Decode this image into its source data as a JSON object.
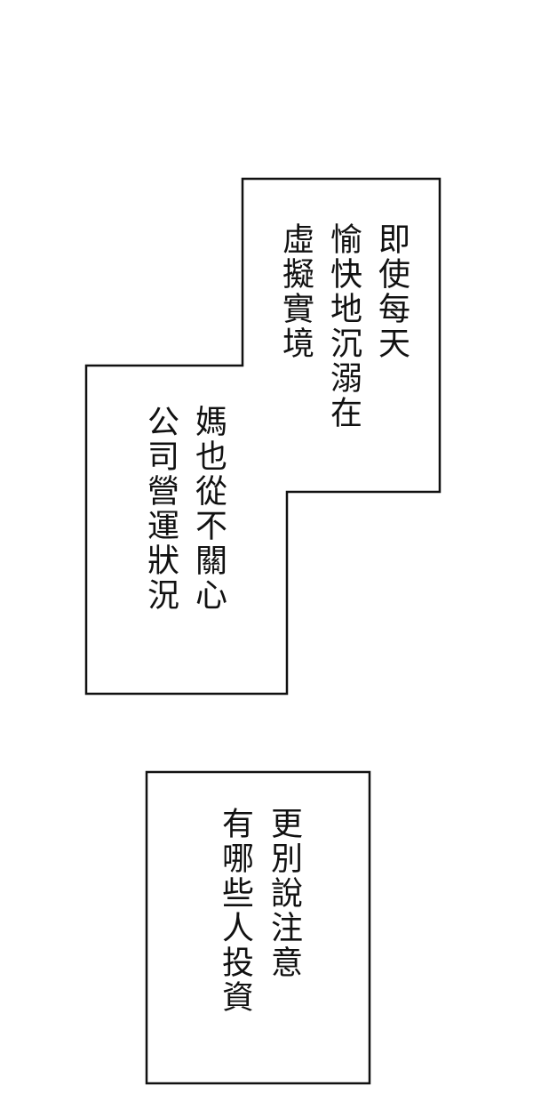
{
  "panels": [
    {
      "name": "caption-box-1",
      "columns": [
        "即使每天",
        "愉快地沉溺在",
        "虛擬實境"
      ]
    },
    {
      "name": "caption-box-2",
      "columns": [
        "媽也從不關心",
        "公司營運狀況"
      ]
    },
    {
      "name": "caption-box-3",
      "columns": [
        "更別說注意",
        "有哪些人投資"
      ]
    }
  ],
  "colors": {
    "background": "#ffffff",
    "stroke": "#111111",
    "text": "#111111"
  }
}
